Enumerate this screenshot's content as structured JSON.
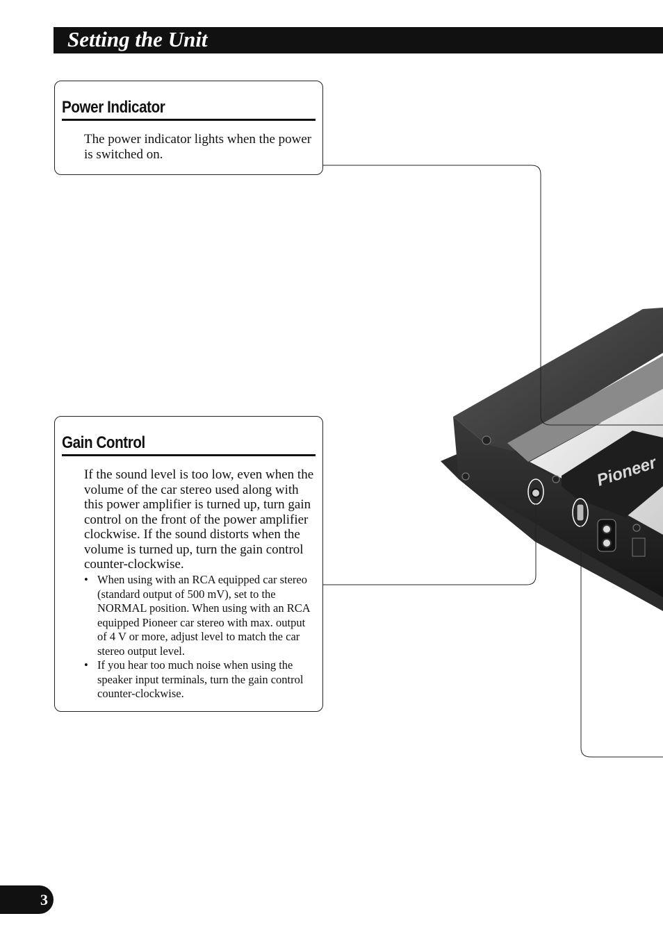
{
  "header": {
    "title": "Setting the Unit"
  },
  "power_indicator": {
    "heading": "Power Indicator",
    "text": "The power indicator lights when the power is switched on."
  },
  "gain_control": {
    "heading": "Gain Control",
    "text": "If the sound level is too low, even when the volume of the car stereo used along with this power amplifier is turned up, turn gain control on the front of the power amplifier clockwise. If the sound distorts when the volume is turned up, turn the gain control counter-clockwise.",
    "bullets": [
      "When using with an RCA equipped car stereo (standard output of 500 mV), set to the NORMAL position. When using with an RCA equipped Pioneer car stereo with max. output of 4 V or more, adjust level to match the car stereo output level.",
      "If you hear too much noise when using the speaker input terminals, turn the gain control counter-clockwise."
    ]
  },
  "illustration": {
    "brand": "Pioneer"
  },
  "page": {
    "number": "3"
  }
}
